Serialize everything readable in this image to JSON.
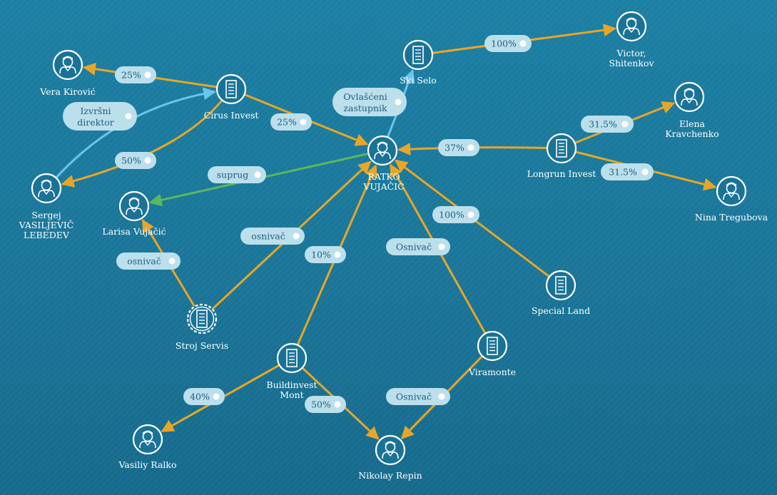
{
  "colors": {
    "ownership": "#e8a628",
    "role": "#6cc3ec",
    "spouse": "#5cb85c",
    "node_stroke": "#ffffff",
    "pill": "#bcdfec",
    "pill_text": "#1c5f80"
  },
  "nodes": [
    {
      "id": "vera",
      "type": "person",
      "label": [
        "Vera Kirović"
      ]
    },
    {
      "id": "cirus",
      "type": "company",
      "label": [
        "Cirus Invest"
      ]
    },
    {
      "id": "sergej",
      "type": "person",
      "label": [
        "Sergej",
        "VASILJEVIČ",
        "LEBEDEV"
      ]
    },
    {
      "id": "larisa",
      "type": "person",
      "label": [
        "Larisa Vujačić"
      ]
    },
    {
      "id": "stroj",
      "type": "company",
      "dashed": true,
      "label": [
        "Stroj Servis"
      ]
    },
    {
      "id": "ratko",
      "type": "person",
      "label": [
        "RATKO",
        "VUJAČIĆ"
      ]
    },
    {
      "id": "skiselo",
      "type": "company",
      "label": [
        "Ski Selo"
      ]
    },
    {
      "id": "victor",
      "type": "person",
      "label": [
        "Victor,",
        "Shitenkov"
      ]
    },
    {
      "id": "elena",
      "type": "person",
      "label": [
        "Elena",
        "Kravchenko"
      ]
    },
    {
      "id": "longrun",
      "type": "company",
      "label": [
        "Longrun Invest"
      ]
    },
    {
      "id": "nina",
      "type": "person",
      "label": [
        "Nina Tregubova"
      ]
    },
    {
      "id": "special",
      "type": "company",
      "label": [
        "Special Land"
      ]
    },
    {
      "id": "viramonte",
      "type": "company",
      "label": [
        "Viramonte"
      ]
    },
    {
      "id": "buildinvest",
      "type": "company",
      "label": [
        "Buildinvest",
        "Mont"
      ]
    },
    {
      "id": "vasiliy",
      "type": "person",
      "label": [
        "Vasiliy Ralko"
      ]
    },
    {
      "id": "nikolay",
      "type": "person",
      "label": [
        "Nikolay Repin"
      ]
    }
  ],
  "edges": [
    {
      "from": "cirus",
      "to": "vera",
      "kind": "ownership",
      "label": "25%"
    },
    {
      "from": "sergej",
      "to": "cirus",
      "kind": "role",
      "label": [
        "Izvršni",
        "direktor"
      ]
    },
    {
      "from": "cirus",
      "to": "sergej",
      "kind": "ownership",
      "label": "50%"
    },
    {
      "from": "cirus",
      "to": "ratko",
      "kind": "ownership",
      "label": "25%"
    },
    {
      "from": "ratko",
      "to": "skiselo",
      "kind": "role",
      "label": [
        "Ovlašćeni",
        "zastupnik"
      ]
    },
    {
      "from": "skiselo",
      "to": "victor",
      "kind": "ownership",
      "label": "100%"
    },
    {
      "from": "longrun",
      "to": "ratko",
      "kind": "ownership",
      "label": "37%"
    },
    {
      "from": "longrun",
      "to": "elena",
      "kind": "ownership",
      "label": "31.5%"
    },
    {
      "from": "longrun",
      "to": "nina",
      "kind": "ownership",
      "label": "31.5%"
    },
    {
      "from": "ratko",
      "to": "larisa",
      "kind": "spouse",
      "label": "suprug"
    },
    {
      "from": "stroj",
      "to": "larisa",
      "kind": "ownership",
      "label": "osnivač"
    },
    {
      "from": "stroj",
      "to": "ratko",
      "kind": "ownership",
      "label": "osnivač"
    },
    {
      "from": "buildinvest",
      "to": "ratko",
      "kind": "ownership",
      "label": "10%"
    },
    {
      "from": "special",
      "to": "ratko",
      "kind": "ownership",
      "label": "100%"
    },
    {
      "from": "viramonte",
      "to": "ratko",
      "kind": "ownership",
      "label": "Osnivač"
    },
    {
      "from": "buildinvest",
      "to": "vasiliy",
      "kind": "ownership",
      "label": "40%"
    },
    {
      "from": "buildinvest",
      "to": "nikolay",
      "kind": "ownership",
      "label": "50%"
    },
    {
      "from": "viramonte",
      "to": "nikolay",
      "kind": "ownership",
      "label": "Osnivač"
    }
  ]
}
